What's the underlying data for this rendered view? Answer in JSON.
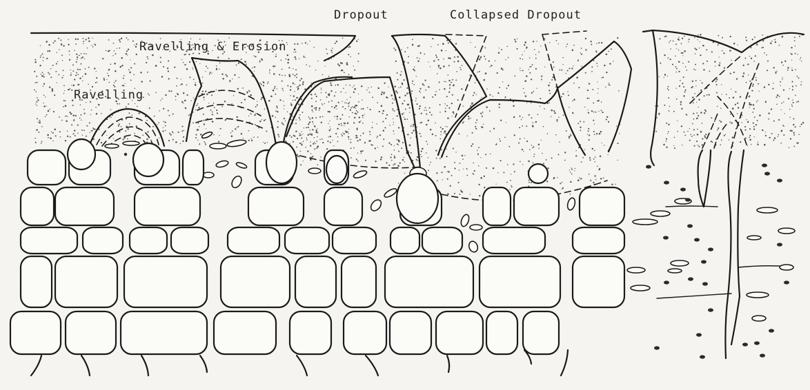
{
  "diagram": {
    "labels": {
      "ravelling": "Ravelling",
      "ravelling_erosion": "Ravelling & Erosion",
      "dropout": "Dropout",
      "collapsed_dropout": "Collapsed Dropout"
    }
  }
}
